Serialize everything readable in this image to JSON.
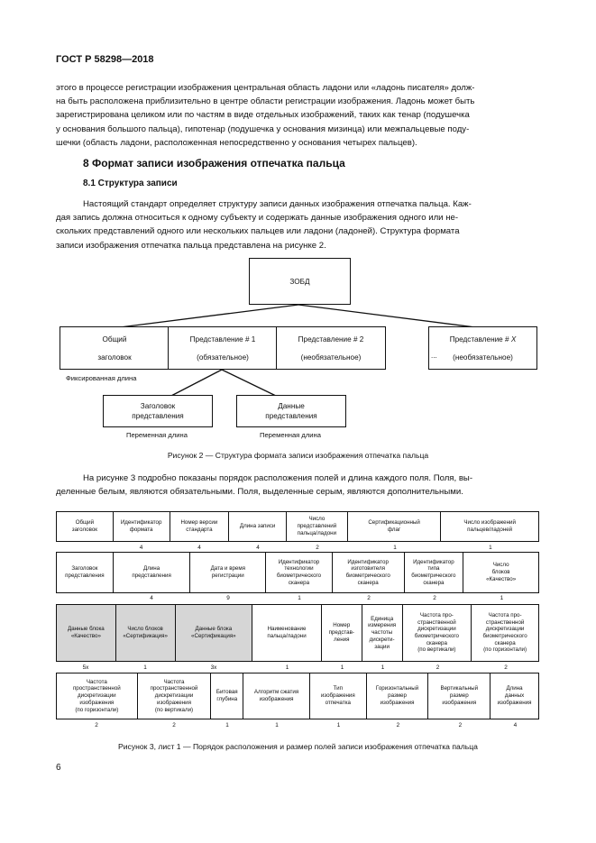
{
  "header": "ГОСТ Р 58298—2018",
  "intro_lines": [
    "этого в процессе регистрации изображения центральная область ладони или «ладонь писателя» долж-",
    "на быть расположена приблизительно в центре области регистрации изображения. Ладонь может быть",
    "зарегистрирована целиком или по частям в виде отдельных изображений, таких как тенар (подушечка",
    "у основания большого пальца), гипотенар (подушечка у основания мизинца) или межпальцевые поду-",
    "шечки (область ладони, расположенная непосредственно у основания четырех пальцев)."
  ],
  "section_title": "8 Формат записи изображения отпечатка пальца",
  "subsection_title": "8.1 Структура записи",
  "para1_lines": [
    "Настоящий стандарт определяет структуру записи данных изображения отпечатка пальца. Каж-",
    "дая запись должна относиться к одному субъекту и содержать данные изображения одного или не-",
    "скольких представлений одного или нескольких пальцев или ладони (ладоней). Структура формата",
    "записи изображения отпечатка пальца представлена на рисунке 2."
  ],
  "fig2": {
    "root": "ЗОБД",
    "general_header": [
      "Общий",
      "заголовок"
    ],
    "rep1": [
      "Представление # 1",
      "(обязательное)"
    ],
    "rep2": [
      "Представление # 2",
      "(необязательное)"
    ],
    "repx_prefix": "Представление # ",
    "repx_var": "X",
    "repx_note": "(необязательное)",
    "ellipsis": "...",
    "fixed_length": "Фиксированная длина",
    "rep_header": [
      "Заголовок",
      "представления"
    ],
    "rep_data": [
      "Данные",
      "представления"
    ],
    "var_length_1": "Переменная длина",
    "var_length_2": "Переменная длина",
    "caption": "Рисунок 2 — Структура формата записи изображения отпечатка пальца"
  },
  "para2_lines": [
    "На рисунке 3 подробно показаны порядок расположения полей и длина каждого поля. Поля, вы-",
    "деленные белым, являются обязательными. Поля, выделенные серым, являются дополнительными."
  ],
  "fig3": {
    "rows": [
      {
        "cells": [
          {
            "text": "Общий\nзаголовок",
            "size": ""
          },
          {
            "text": "Идентификатор\nформата",
            "size": "4"
          },
          {
            "text": "Номер версии\nстандарта",
            "size": "4"
          },
          {
            "text": "Длина записи",
            "size": "4"
          },
          {
            "text": "Число\nпредставлений\nпальца/ладони",
            "size": "2"
          },
          {
            "text": "Сертификационный\nфлаг",
            "size": "1"
          },
          {
            "text": "Число изображений\nпальцев/ладоней",
            "size": "1"
          }
        ]
      },
      {
        "cells": [
          {
            "text": "Заголовок\nпредставления",
            "size": ""
          },
          {
            "text": "Длина\nпредставления",
            "size": "4"
          },
          {
            "text": "Дата и время\nрегистрации",
            "size": "9"
          },
          {
            "text": "Идентификатор\nтехнологии\nбиометрического\nсканера",
            "size": "1"
          },
          {
            "text": "Идентификатор\nизготовителя\nбиометрического\nсканера",
            "size": "2"
          },
          {
            "text": "Идентификатор\nтипа\nбиометрического\nсканера",
            "size": "2"
          },
          {
            "text": "Число\nблоков\n«Качество»",
            "size": "1"
          }
        ]
      },
      {
        "cells": [
          {
            "text": "Данные блока\n«Качество»",
            "size": "5x",
            "grey": true
          },
          {
            "text": "Число блоков\n«Сертификация»",
            "size": "1",
            "grey": true
          },
          {
            "text": "Данные блока\n«Сертификация»",
            "size": "3x",
            "grey": true
          },
          {
            "text": "Наименование\nпальца/ладони",
            "size": "1"
          },
          {
            "text": "Номер\nпредстав-\nления",
            "size": "1"
          },
          {
            "text": "Единица\nизмерения\nчастоты\nдискрети-\nзации",
            "size": "1"
          },
          {
            "text": "Частота про-\nстранственной\nдискретизации\nбиометрического\nсканера\n(по вертикали)",
            "size": "2"
          },
          {
            "text": "Частота про-\nстранственной\nдискретизации\nбиометрического\nсканера\n(по горизонтали)",
            "size": "2"
          }
        ]
      },
      {
        "cells": [
          {
            "text": "Частота\nпространственной\nдискретизации\nизображения\n(по горизонтали)",
            "size": "2"
          },
          {
            "text": "Частота\nпространственной\nдискретизации\nизображения\n(по вертикали)",
            "size": "2"
          },
          {
            "text": "Битовая\nглубина",
            "size": "1"
          },
          {
            "text": "Алгоритм сжатия\nизображения",
            "size": "1"
          },
          {
            "text": "Тип\nизображения\nотпечатка",
            "size": "1"
          },
          {
            "text": "Горизонтальный\nразмер\nизображения",
            "size": "2"
          },
          {
            "text": "Вертикальный\nразмер\nизображения",
            "size": "2"
          },
          {
            "text": "Длина\nданных\nизображения",
            "size": "4"
          }
        ]
      }
    ],
    "caption": "Рисунок 3, лист 1 — Порядок расположения и размер полей записи изображения отпечатка пальца"
  },
  "page_number": "6"
}
